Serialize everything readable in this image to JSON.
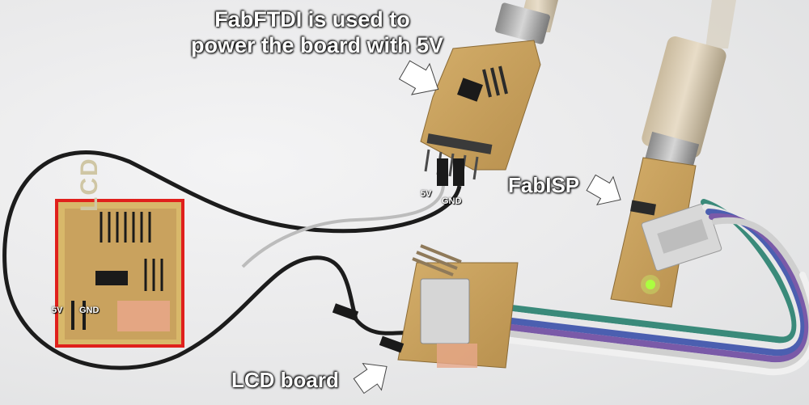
{
  "captions": {
    "ftdi_line1": "FabFTDI is used to",
    "ftdi_line2": "power the board with 5V",
    "fabisp": "FabISP",
    "lcd_board": "LCD board"
  },
  "pin_labels": {
    "ftdi_5v": "5V",
    "ftdi_gnd": "GND",
    "inset_5v": "5V",
    "inset_gnd": "GND"
  },
  "inset": {
    "silkscreen": "LCD",
    "border_color": "#e0201c"
  },
  "colors": {
    "background": "#ececed",
    "pcb_copper": "#c9a25e",
    "pcb_dark": "#8a6a35",
    "cable_gray": "#bfbfbf",
    "ribbon_blue": "#4b5fb0",
    "ribbon_purple": "#7a5aa8",
    "ribbon_green": "#3a8a7a",
    "led_green": "#9cff2a"
  }
}
